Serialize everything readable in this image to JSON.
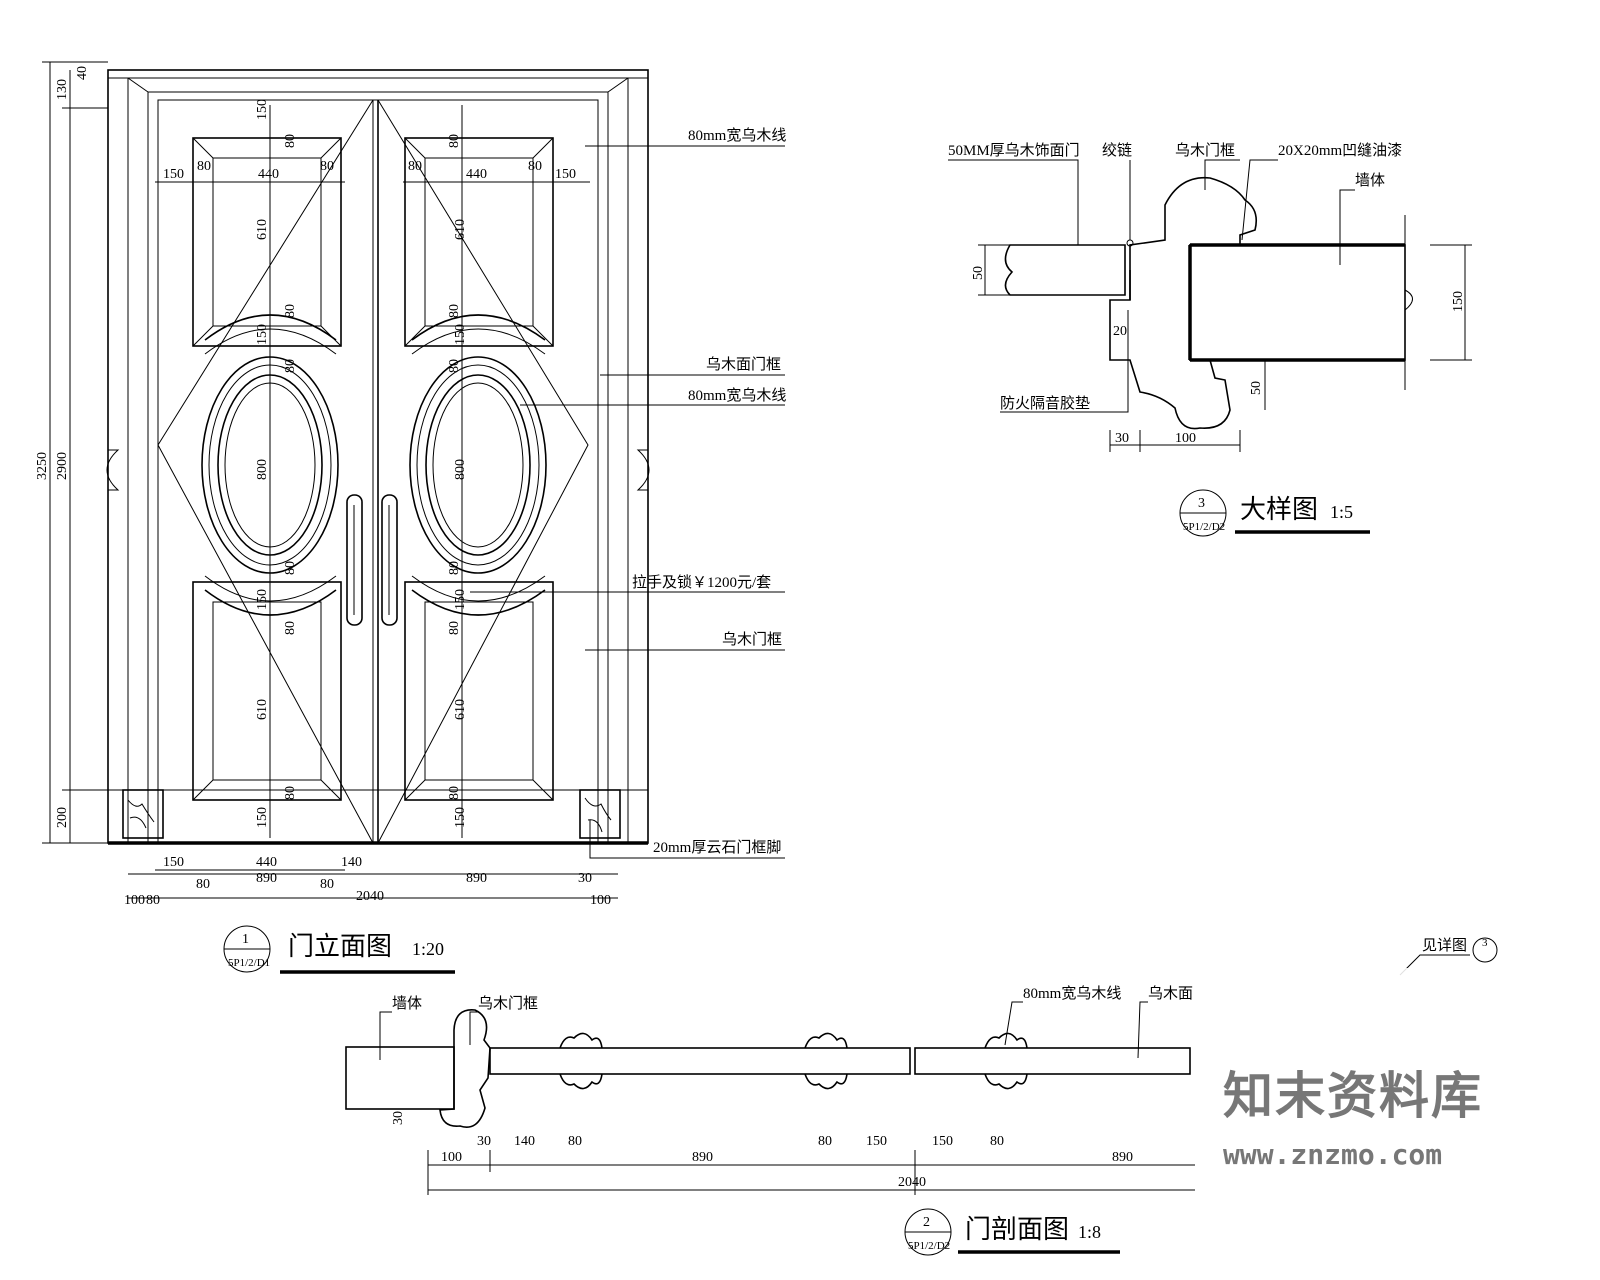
{
  "elevation": {
    "title": "门立面图",
    "scale": "1:20",
    "ref_num": "1",
    "ref_sheet": "5P1/2/D1",
    "dims_left": [
      "3250",
      "2900",
      "130",
      "40",
      "200"
    ],
    "dims_bottom": [
      "150",
      "440",
      "140",
      "80",
      "890",
      "80",
      "2040",
      "890",
      "30",
      "100",
      "100",
      "80"
    ],
    "dims_top": [
      "150",
      "80",
      "440",
      "80",
      "150"
    ],
    "dims_vertical": [
      "150",
      "80",
      "610",
      "80",
      "150",
      "80",
      "800",
      "80",
      "150",
      "80",
      "610",
      "80",
      "150"
    ],
    "callouts": [
      "80mm宽乌木线",
      "乌木面门框",
      "80mm宽乌木线",
      "拉手及锁￥1200元/套",
      "乌木门框",
      "20mm厚云石门框脚"
    ]
  },
  "detail": {
    "title": "大样图",
    "scale": "1:5",
    "ref_num": "3",
    "ref_sheet": "5P1/2/D2",
    "labels": [
      "50MM厚乌木饰面门",
      "绞链",
      "乌木门框",
      "20X20mm凹缝油漆",
      "墙体",
      "防火隔音胶垫"
    ],
    "dims": [
      "50",
      "20",
      "30",
      "100",
      "50",
      "150"
    ]
  },
  "section": {
    "title": "门剖面图",
    "scale": "1:8",
    "ref_num": "2",
    "ref_sheet": "5P1/2/D2",
    "labels": [
      "墙体",
      "乌木门框",
      "80mm宽乌木线",
      "乌木面",
      "见详图"
    ],
    "see_ref": "3",
    "dims": [
      "100",
      "30",
      "140",
      "80",
      "890",
      "80",
      "150",
      "150",
      "80",
      "890",
      "2040",
      "30"
    ]
  },
  "watermark": {
    "name": "知末资料库",
    "url": "www.znzmo.com"
  }
}
